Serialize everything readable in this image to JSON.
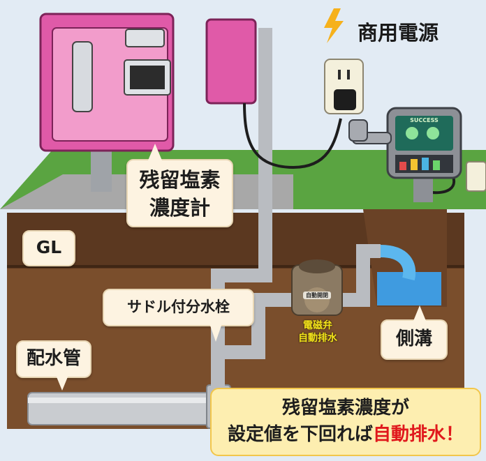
{
  "power_label": "商用電源",
  "labels": {
    "meter_line1": "残留塩素",
    "meter_line2": "濃度計",
    "gl": "GL",
    "hydrant": "サドル付分水栓",
    "pipe": "配水管",
    "ditch": "側溝",
    "valve_line1": "電磁弁",
    "valve_line2": "自動排水",
    "valve_tag": "自動開閉",
    "screen_text": "SUCCESS"
  },
  "summary": {
    "line1": "残留塩素濃度が",
    "line2_prefix": "設定値を下回れば",
    "line2_highlight": "自動排水！"
  },
  "colors": {
    "meter_box": "#e05aa8",
    "grass": "#4f9a3a",
    "soil": "#7a4e2c",
    "water": "#3f9be0",
    "highlight_red": "#e0181c",
    "valve_label": "#f3e31a",
    "power_bolt": "#f6b11c"
  }
}
